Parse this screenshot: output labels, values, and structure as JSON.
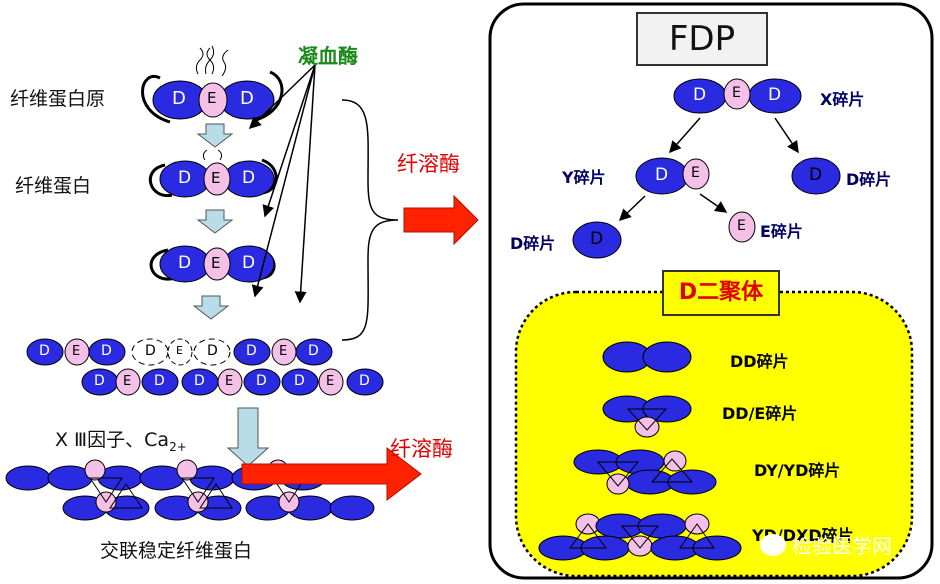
{
  "left": {
    "fibrinogen": "纤维蛋白原",
    "fibrin": "纤维蛋白",
    "thrombin": "凝血酶",
    "factor_prefix": "X Ⅲ因子、Ca",
    "factor_sub": "2+",
    "crosslinked": "交联稳定纤维蛋白",
    "plasmin_1": "纤溶酶",
    "plasmin_2": "纤溶酶"
  },
  "domain_labels": {
    "d": "D",
    "e": "E"
  },
  "fdp": {
    "title": "FDP",
    "x_frag": "X碎片",
    "y_frag": "Y碎片",
    "d_frag_right": "D碎片",
    "d_frag_left": "D碎片",
    "e_frag": "E碎片"
  },
  "dimer": {
    "title": "D二聚体",
    "dd": "DD碎片",
    "dde": "DD/E碎片",
    "dyyd": "DY/YD碎片",
    "ydxdy": "YD/DXD碎片"
  },
  "watermark": "检验医学网",
  "colors": {
    "d_domain": "#2a2ae0",
    "e_domain": "#f4c0e8",
    "arrow_red": "#ff2200",
    "arrow_blue": "#b8dce8",
    "yellow": "#ffff00"
  }
}
